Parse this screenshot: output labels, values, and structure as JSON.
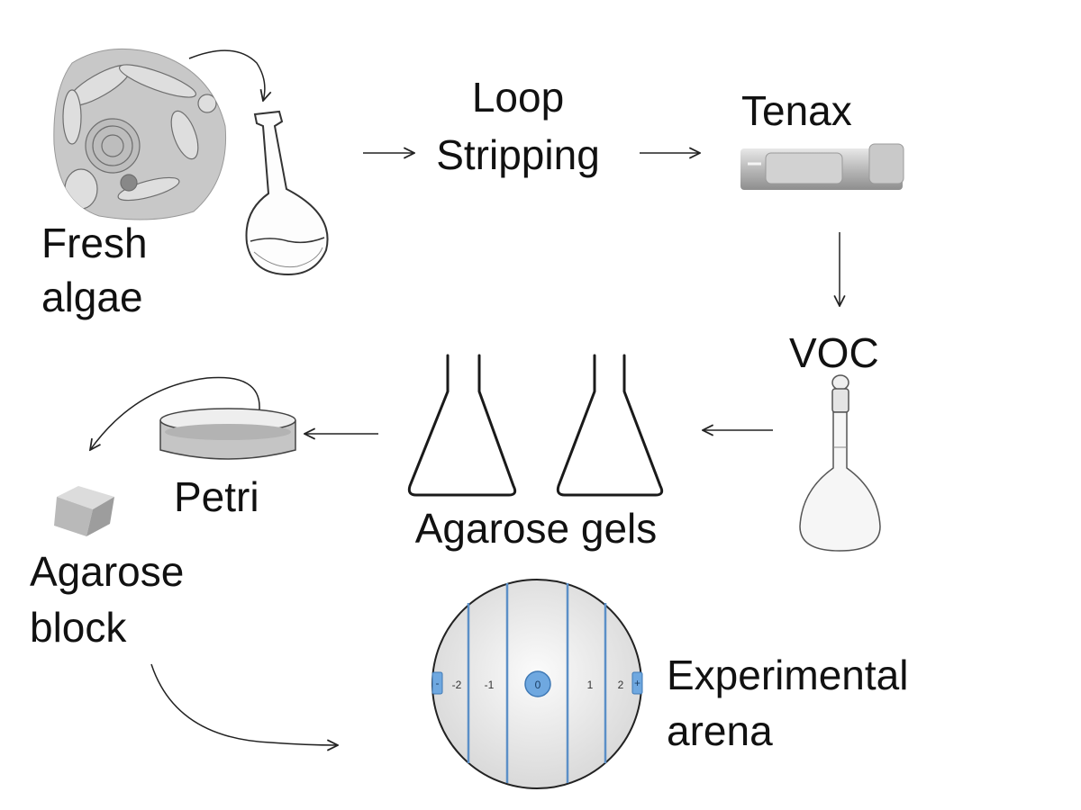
{
  "labels": {
    "fresh_algae_1": "Fresh",
    "fresh_algae_2": "algae",
    "loop_1": "Loop",
    "loop_2": "Stripping",
    "tenax": "Tenax",
    "voc": "VOC",
    "agarose_gels": "Agarose gels",
    "petri": "Petri",
    "agarose_block_1": "Agarose",
    "agarose_block_2": "block",
    "arena_1": "Experimental",
    "arena_2": "arena"
  },
  "arena": {
    "ticks": [
      "-2",
      "-1",
      "0",
      "1",
      "2"
    ],
    "minus": "-",
    "plus": "+"
  },
  "colors": {
    "ink": "#111111",
    "arena_line": "#5b8fc7",
    "arena_button": "#6fa8e0"
  }
}
